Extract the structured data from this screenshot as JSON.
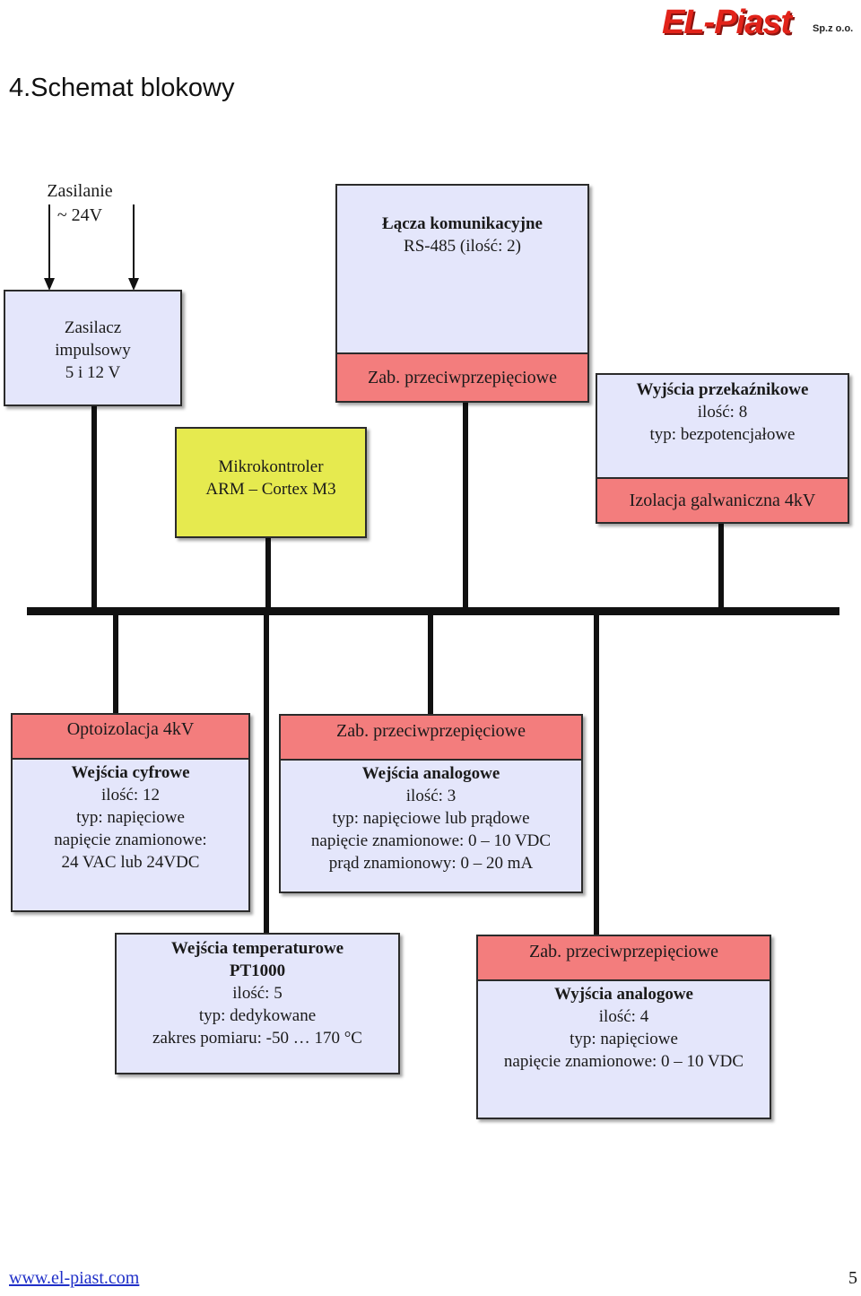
{
  "header": {
    "logo_text": "EL-Piast",
    "logo_sub": "Sp.z o.o.",
    "page_title": "4.Schemat blokowy"
  },
  "supply": {
    "line1": "Zasilanie",
    "line2": "~ 24V"
  },
  "psu": {
    "line1": "Zasilacz",
    "line2": "impulsowy",
    "line3": "5 i 12 V"
  },
  "comm": {
    "title": "Łącza komunikacyjne",
    "detail": "RS-485 (ilość: 2)",
    "band": "Zab. przeciwprzepięciowe"
  },
  "mcu": {
    "line1": "Mikrokontroler",
    "line2": "ARM – Cortex M3"
  },
  "relay": {
    "title": "Wyjścia przekaźnikowe",
    "count": "ilość: 8",
    "type": "typ: bezpotencjałowe",
    "band": "Izolacja galwaniczna 4kV"
  },
  "digital_in": {
    "band": "Optoizolacja 4kV",
    "title": "Wejścia cyfrowe",
    "count": "ilość: 12",
    "type": "typ: napięciowe",
    "rated_label": "napięcie znamionowe:",
    "rated_value": "24 VAC lub 24VDC"
  },
  "analog_in": {
    "band": "Zab. przeciwprzepięciowe",
    "title": "Wejścia analogowe",
    "count": "ilość: 3",
    "type": "typ: napięciowe lub prądowe",
    "voltage": "napięcie znamionowe: 0 – 10 VDC",
    "current": "prąd znamionowy: 0 – 20 mA"
  },
  "temp_in": {
    "title": "Wejścia temperaturowe",
    "subtitle": "PT1000",
    "count": "ilość: 5",
    "type": "typ: dedykowane",
    "range": "zakres pomiaru: -50 … 170 °C"
  },
  "analog_out": {
    "band": "Zab. przeciwprzepięciowe",
    "title": "Wyjścia analogowe",
    "count": "ilość: 4",
    "type": "typ: napięciowe",
    "voltage": "napięcie znamionowe: 0 – 10 VDC"
  },
  "footer": {
    "url": "www.el-piast.com",
    "page_number": "5"
  },
  "colors": {
    "box_fill": "#e4e6fb",
    "band_fill": "#f37d7d",
    "mcu_fill": "#e6ea4f",
    "bus": "#111111"
  }
}
